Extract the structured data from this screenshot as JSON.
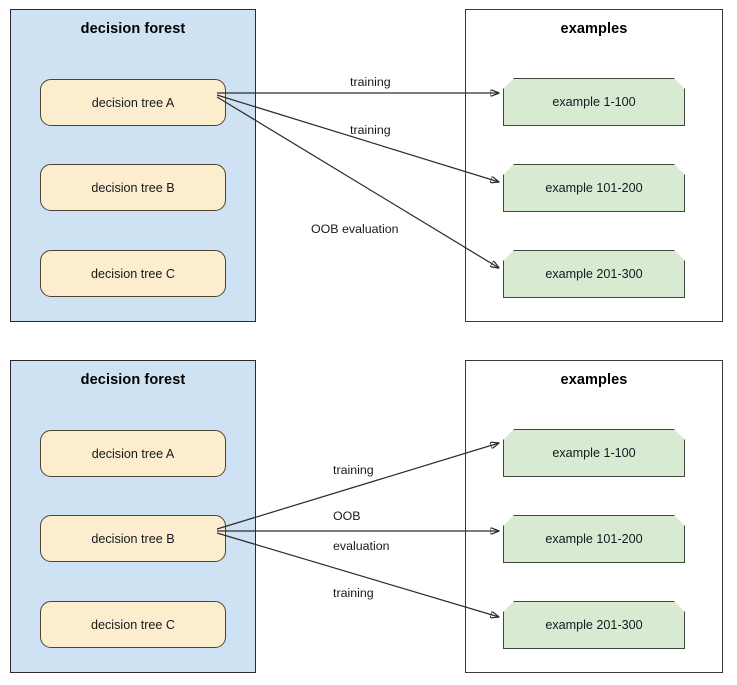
{
  "diagrams": [
    {
      "id": "oob-tree-a",
      "forest": {
        "title": "decision forest",
        "trees": [
          {
            "label": "decision tree A"
          },
          {
            "label": "decision tree B"
          },
          {
            "label": "decision tree C"
          }
        ]
      },
      "examples": {
        "title": "examples",
        "items": [
          {
            "label": "example 1-100"
          },
          {
            "label": "example 101-200"
          },
          {
            "label": "example 201-300"
          }
        ]
      },
      "edges": [
        {
          "label": "training",
          "from": "decision tree A",
          "to": "example 1-100"
        },
        {
          "label": "training",
          "from": "decision tree A",
          "to": "example 101-200"
        },
        {
          "label": "OOB evaluation",
          "from": "decision tree A",
          "to": "example 201-300"
        }
      ]
    },
    {
      "id": "oob-tree-b",
      "forest": {
        "title": "decision forest",
        "trees": [
          {
            "label": "decision tree A"
          },
          {
            "label": "decision tree B"
          },
          {
            "label": "decision tree C"
          }
        ]
      },
      "examples": {
        "title": "examples",
        "items": [
          {
            "label": "example 1-100"
          },
          {
            "label": "example 101-200"
          },
          {
            "label": "example 201-300"
          }
        ]
      },
      "edges": [
        {
          "label": "training",
          "from": "decision tree B",
          "to": "example 1-100"
        },
        {
          "label": "OOB evaluation",
          "label_line1": "OOB",
          "label_line2": "evaluation",
          "from": "decision tree B",
          "to": "example 101-200"
        },
        {
          "label": "training",
          "from": "decision tree B",
          "to": "example 201-300"
        }
      ]
    }
  ],
  "colors": {
    "forest_panel_fill": "#cfe2f3",
    "forest_panel_border": "#2b2b2b",
    "tree_box_fill": "#fdedcf",
    "tree_box_border": "#4d4332",
    "examples_panel_fill": "#ffffff",
    "examples_panel_border": "#3a3a3a",
    "example_box_fill": "#d9ead3",
    "example_box_border": "#3d4a38",
    "arrow_stroke": "#2e2e2e",
    "text": "#16191d",
    "background": "#ffffff"
  }
}
